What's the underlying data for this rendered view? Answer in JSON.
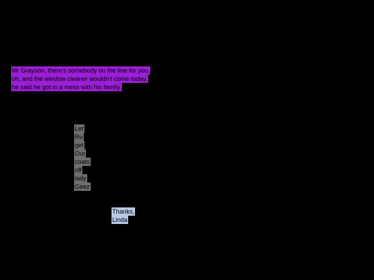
{
  "subtitles": [
    {
      "highlight_color": "#9b1fd6",
      "lines": [
        "Mr Grayson, there's somebody on the line for you,",
        "oh, and the window cleaner wouldn't come today,",
        "he said he got in a mess with his family."
      ]
    },
    {
      "highlight_color": "#6e6e6e",
      "lines": [
        "Let",
        "Ru",
        "get",
        "Our",
        "coats",
        "off",
        "lady",
        "Geez"
      ]
    },
    {
      "highlight_color": "#b9c9e6",
      "lines": [
        "Thanks,",
        "Linda"
      ]
    }
  ]
}
